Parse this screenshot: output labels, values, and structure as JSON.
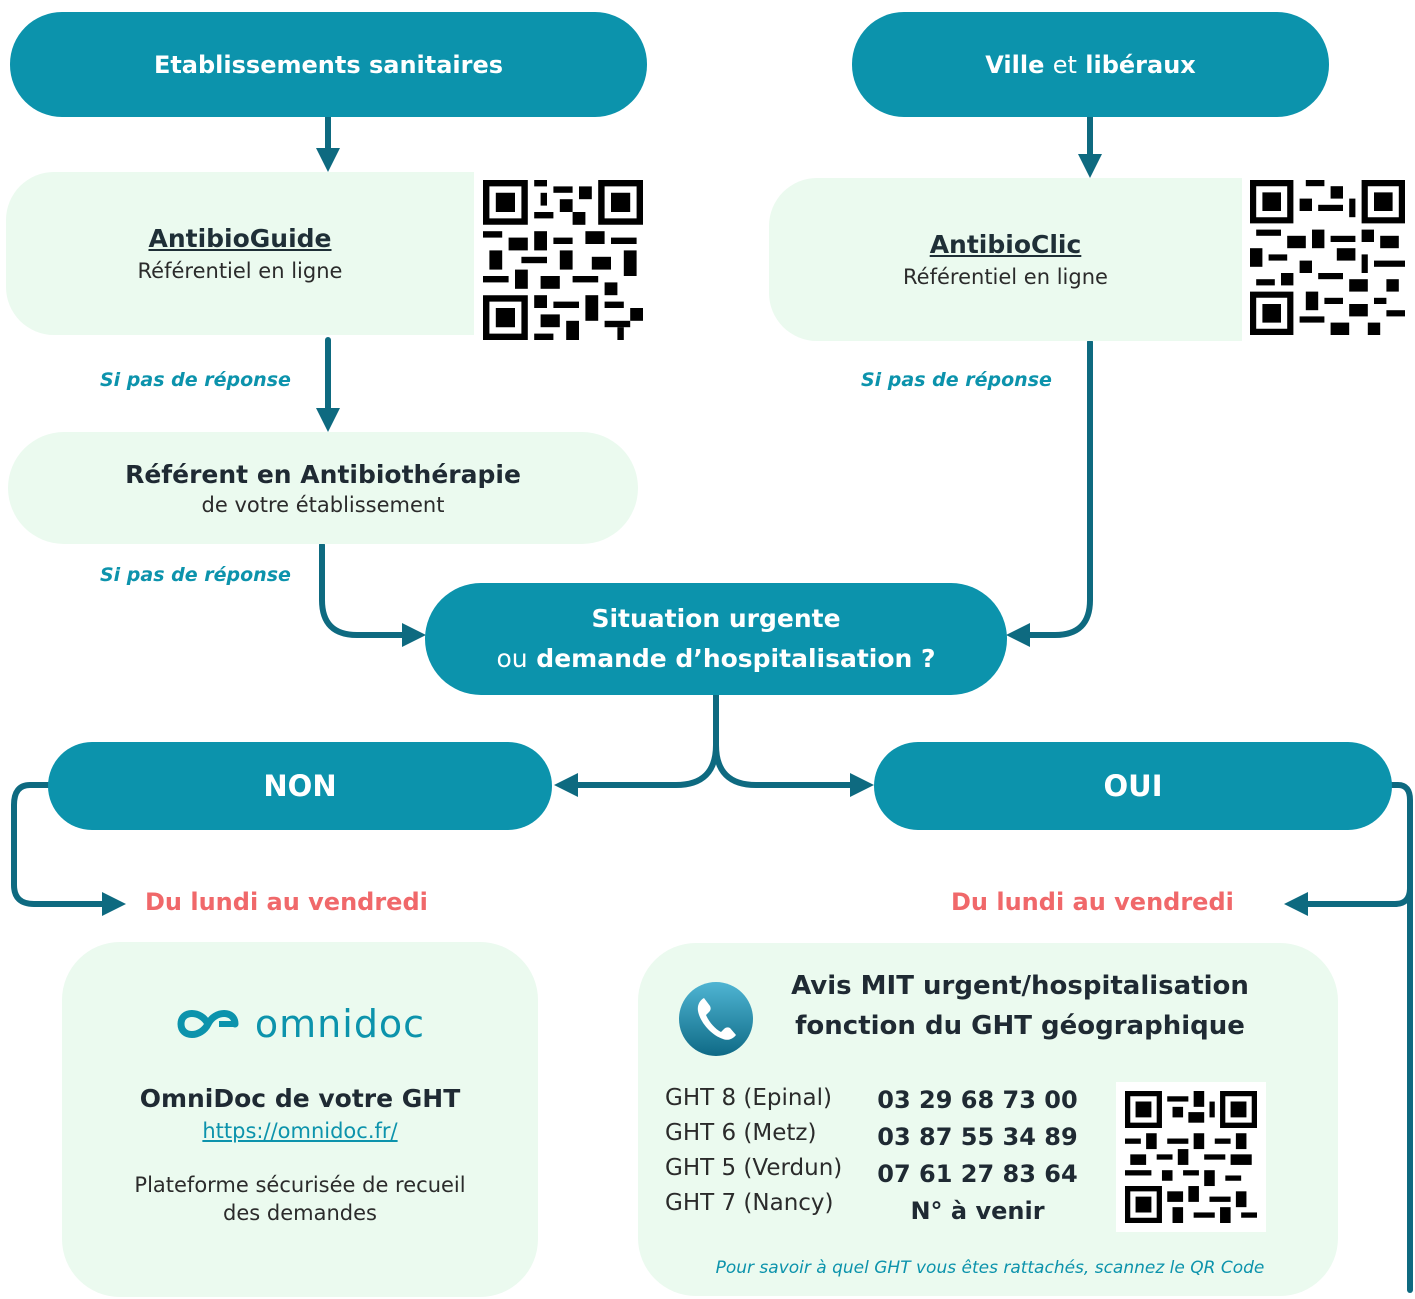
{
  "top_left": {
    "title": "Etablissements sanitaires"
  },
  "top_right": {
    "city": "Ville",
    "and": "et",
    "liberal": "libéraux"
  },
  "antibioguide": {
    "title": "AntibioGuide",
    "subtitle": "Référentiel en ligne"
  },
  "antibioclic": {
    "title": "AntibioClic",
    "subtitle": "Référentiel en ligne"
  },
  "note_no_answer": "Si pas de réponse",
  "referent": {
    "title": "Référent en Antibiothérapie",
    "subtitle": "de votre établissement"
  },
  "decision": {
    "line1": "Situation urgente",
    "or": "ou",
    "line2": "demande d’hospitalisation ?"
  },
  "no_label": "NON",
  "yes_label": "OUI",
  "weekday_label": "Du lundi au vendredi",
  "omnidoc": {
    "logo_text": "omnidoc",
    "title": "OmniDoc de votre GHT",
    "url": "https://omnidoc.fr/",
    "description_line1": "Plateforme sécurisée de recueil",
    "description_line2": "des demandes"
  },
  "mit": {
    "title_line1": "Avis MIT urgent/hospitalisation",
    "title_line2": "fonction du GHT géographique",
    "ght": [
      {
        "name": "GHT 8 (Epinal)",
        "phone": "03 29 68 73 00"
      },
      {
        "name": "GHT 6 (Metz)",
        "phone": "03 87 55 34 89"
      },
      {
        "name": "GHT 5 (Verdun)",
        "phone": "07 61 27 83 64"
      },
      {
        "name": "GHT 7 (Nancy)",
        "phone": "N° à venir"
      }
    ],
    "footer": "Pour savoir à quel GHT vous êtes rattachés, scannez le QR Code"
  },
  "colors": {
    "teal": "#0c93ac",
    "dark_teal": "#0e6a80",
    "mint": "#ebfaef",
    "coral": "#f0686a"
  },
  "icons": [
    "qr-code-icon",
    "phone-icon",
    "omnidoc-logo-icon"
  ]
}
